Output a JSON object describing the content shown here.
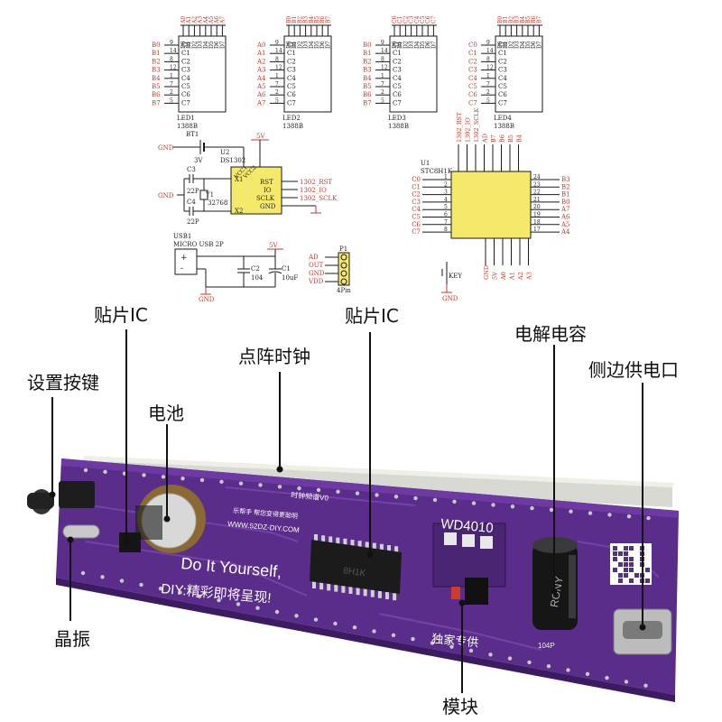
{
  "colors": {
    "pcb": "#5a2d8a",
    "pcb_dark": "#3d1b63",
    "pcb_edge": "#6d3aa3",
    "schem_line": "#1a1a1a",
    "schem_red": "#c0392b",
    "chip_fill": "#f5e96b",
    "callout": "#111111"
  },
  "leds": [
    {
      "name": "LED1",
      "model": "1388B",
      "top_pins": [
        "A0",
        "A1",
        "A2",
        "A3",
        "A4",
        "A5",
        "A6",
        "A7"
      ],
      "left_pins": [
        "B0",
        "B1",
        "B2",
        "B3",
        "B4",
        "B5",
        "B6",
        "B7"
      ]
    },
    {
      "name": "LED2",
      "model": "1388B",
      "top_pins": [
        "B0",
        "B1",
        "B2",
        "B3",
        "B4",
        "B5",
        "B6",
        "B7"
      ],
      "left_pins": [
        "A0",
        "A1",
        "A2",
        "A3",
        "A4",
        "A5",
        "A6",
        "A7"
      ]
    },
    {
      "name": "LED3",
      "model": "1388B",
      "top_pins": [
        "C0",
        "C1",
        "C2",
        "C3",
        "C4",
        "C5",
        "C6",
        "C7"
      ],
      "left_pins": [
        "B0",
        "B1",
        "B2",
        "B3",
        "B4",
        "B5",
        "B6",
        "B7"
      ]
    },
    {
      "name": "LED4",
      "model": "1388B",
      "top_pins": [
        "B0",
        "B1",
        "B2",
        "B3",
        "B4",
        "B5",
        "B6",
        "B7"
      ],
      "left_pins": [
        "C0",
        "C1",
        "C2",
        "C3",
        "C4",
        "C5",
        "C6",
        "C7"
      ]
    }
  ],
  "led_inner_left": [
    "C0",
    "C1",
    "C2",
    "C3",
    "C4",
    "C5",
    "C6",
    "C7"
  ],
  "led_inner_top": [
    "D0",
    "D1",
    "D2",
    "D3",
    "D4",
    "D5",
    "D6",
    "D7"
  ],
  "led_left_nums": [
    "9",
    "14",
    "8",
    "12",
    "1",
    "7",
    "2",
    "5"
  ],
  "ds1302": {
    "bt": "BT1",
    "bt_val": "3V",
    "ref": "U2",
    "model": "DS1302",
    "gnd": "GND",
    "vcc": "5V",
    "pins_left": [
      "X1",
      "X2"
    ],
    "pins_right": [
      "RST",
      "IO",
      "SCLK",
      "GND"
    ],
    "vcc_pins": [
      "VCC1",
      "VCC2"
    ],
    "nets": [
      "1302_RST",
      "1302_IO",
      "1302_SCLK"
    ],
    "c3": "C3",
    "c3v": "22P",
    "c4": "C4",
    "c4v": "22P",
    "y1": "Y1",
    "y1v": "32768"
  },
  "usb": {
    "ref": "USB1",
    "model": "MICRO USB 2P",
    "c2": "C2",
    "c2v": "104",
    "c1": "C1",
    "c1v": "10uF",
    "vcc": "5V",
    "gnd": "GND"
  },
  "p1": {
    "ref": "P1",
    "pins": [
      "AD",
      "OUT",
      "GND",
      "VDD"
    ],
    "label": "4Pin"
  },
  "mcu": {
    "ref": "U1",
    "model": "STC8H1K",
    "top_nets": [
      "1302_RST",
      "1302_IO",
      "1302_SCLK",
      "AD",
      "B7",
      "B6",
      "B5",
      "B4"
    ],
    "left_nets": [
      "C0",
      "C1",
      "C2",
      "C3",
      "C4",
      "C5",
      "C6",
      "C7"
    ],
    "left_nums": [
      "1",
      "2",
      "3",
      "4",
      "5",
      "6",
      "7",
      "8"
    ],
    "right_nets": [
      "B3",
      "B2",
      "B1",
      "B0",
      "A7",
      "A6",
      "A5",
      "A4"
    ],
    "right_nums": [
      "24",
      "23",
      "22",
      "21",
      "20",
      "19",
      "18",
      "17"
    ],
    "bottom_nets": [
      "GND",
      "5V",
      "A0",
      "A1",
      "A2",
      "A3"
    ],
    "key": "KEY",
    "gnd": "GND",
    "vcc": "5V"
  },
  "callouts": {
    "smd_ic_1": "贴片IC",
    "smd_ic_2": "贴片IC",
    "dot_matrix_clock": "点阵时钟",
    "electrolytic_cap": "电解电容",
    "side_power": "侧边供电口",
    "set_key": "设置按键",
    "battery": "电池",
    "crystal": "晶振",
    "module": "模块"
  },
  "pcb": {
    "diy_line1": "Do It Yourself,",
    "diy_line2": "DIY:精彩即将呈现!",
    "board_name": "WD4010",
    "url": "WWW.52DZ-DIY.COM",
    "version": "时钟频谱V0",
    "slogan": "乐帮手 帮您变得更聪明",
    "exclusive": "独家专供",
    "cap_brand": "RONY",
    "cap_label": "104P"
  }
}
